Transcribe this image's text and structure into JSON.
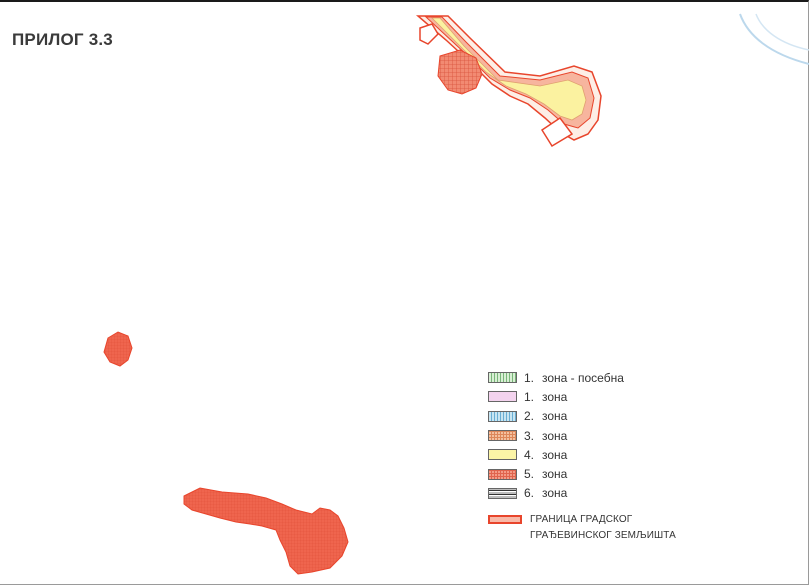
{
  "map": {
    "title": "ПРИЛОГ 3.3"
  },
  "legend": {
    "items": [
      {
        "num": "1.",
        "label": "зона - посебна",
        "fill": "#d8efd4",
        "stripe": "#6aa86a",
        "pattern": "vertical"
      },
      {
        "num": "1.",
        "label": "зона",
        "fill": "#f3d3ee",
        "stripe": "#c983bd",
        "pattern": "none"
      },
      {
        "num": "2.",
        "label": "зона",
        "fill": "#c7e5f2",
        "stripe": "#6aaed3",
        "pattern": "vertical"
      },
      {
        "num": "3.",
        "label": "зона",
        "fill": "#f3c09f",
        "stripe": "#dd8659",
        "pattern": "grid"
      },
      {
        "num": "4.",
        "label": "зона",
        "fill": "#fbf4a6",
        "stripe": "#e4d465",
        "pattern": "none"
      },
      {
        "num": "5.",
        "label": "зона",
        "fill": "#f39b86",
        "stripe": "#e0644d",
        "pattern": "grid"
      },
      {
        "num": "6.",
        "label": "зона",
        "fill": "#bdbdbd",
        "stripe": "#333333",
        "pattern": "dashes"
      }
    ],
    "boundary": {
      "line1": "ГРАНИЦА ГРАДСКОГ",
      "line2": "ГРАЂЕВИНСКОГ ЗЕМЉИШТА",
      "color": "#e8452c"
    }
  },
  "colors": {
    "zone_orange": "#f0604a",
    "zone_yellow": "#fbf2a0",
    "zone_peach": "#f7b59e",
    "boundary_red": "#e8452c",
    "watermark_blue": "#bcd8ec"
  }
}
